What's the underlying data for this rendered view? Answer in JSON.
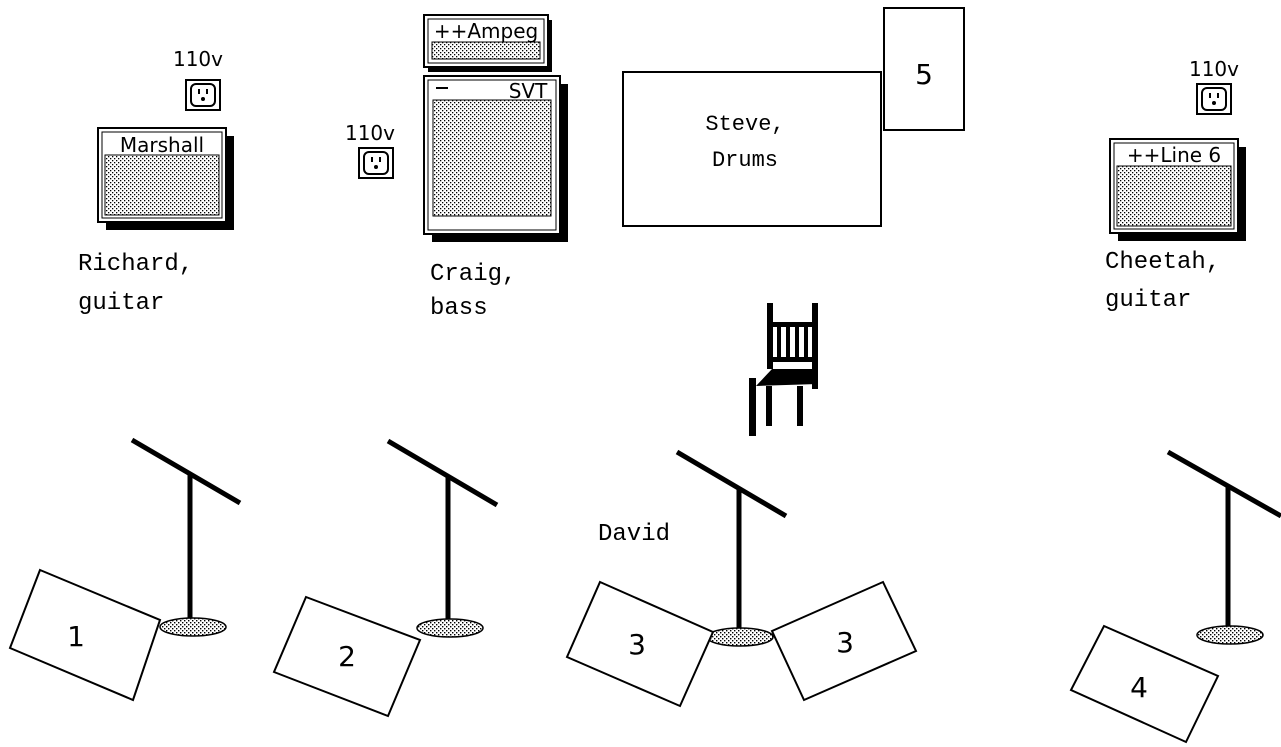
{
  "musicians": {
    "richard": {
      "name": "Richard,",
      "role": "guitar"
    },
    "craig": {
      "name": "Craig,",
      "role": "bass"
    },
    "steve": {
      "name": "Steve,",
      "role": "Drums"
    },
    "cheetah": {
      "name": "Cheetah,",
      "role": "guitar"
    },
    "david": {
      "name": "David"
    }
  },
  "amps": {
    "marshall": {
      "brand": "Marshall"
    },
    "ampeg": {
      "brand": "++Ampeg",
      "cabinet": "SVT"
    },
    "line6": {
      "brand": "++Line 6"
    }
  },
  "outlets": {
    "left": {
      "label": "110v"
    },
    "bass": {
      "label": "110v"
    },
    "right": {
      "label": "110v"
    }
  },
  "monitors": [
    "1",
    "2",
    "3",
    "3",
    "4"
  ],
  "drum_monitor": {
    "number": "5"
  },
  "icons": [
    "mic-stand-icon",
    "chair-icon",
    "outlet-icon",
    "amp-icon",
    "monitor-wedge-icon"
  ]
}
